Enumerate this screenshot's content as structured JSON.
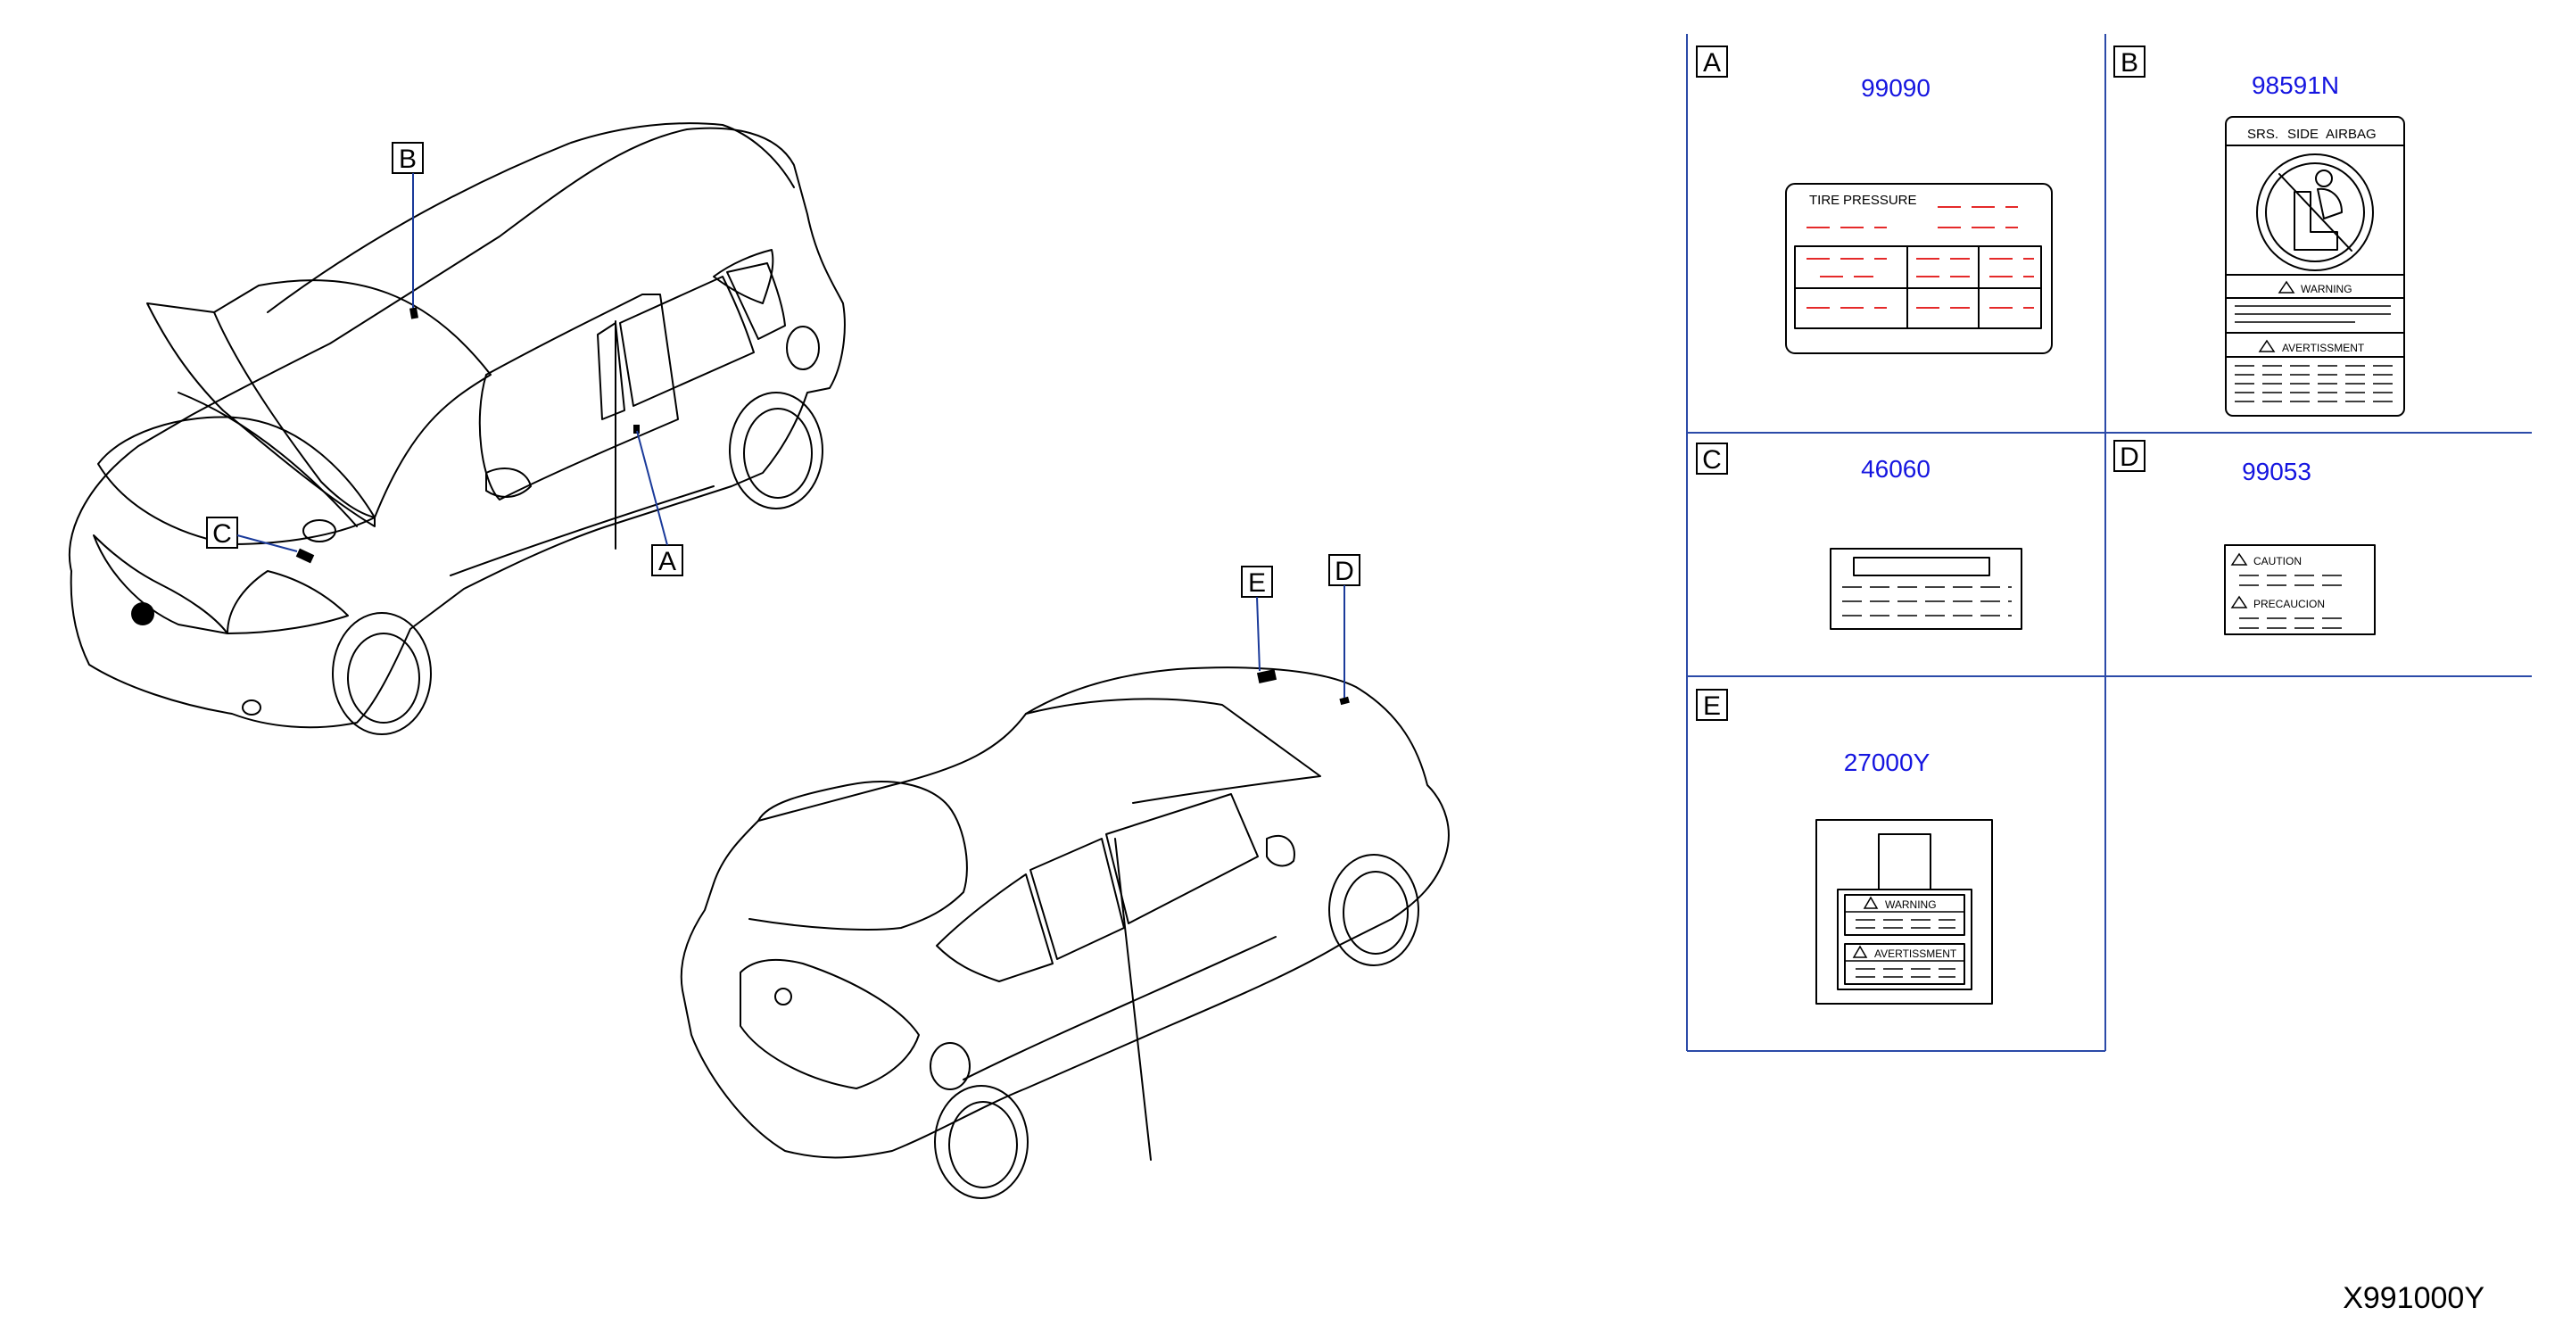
{
  "figure_ref": "X991000Y",
  "callouts": [
    "A",
    "B",
    "C",
    "D",
    "E"
  ],
  "panels": [
    {
      "letter": "A",
      "part_number": "99090",
      "label_lines": [
        "TIRE",
        "PRESSURE"
      ]
    },
    {
      "letter": "B",
      "part_number": "98591N",
      "label_lines": [
        "SRS.",
        "SIDE",
        "AIRBAG",
        "WARNING",
        "AVERTISSMENT"
      ]
    },
    {
      "letter": "C",
      "part_number": "46060",
      "label_lines": []
    },
    {
      "letter": "D",
      "part_number": "99053",
      "label_lines": [
        "CAUTION",
        "PRECAUCION"
      ]
    },
    {
      "letter": "E",
      "part_number": "27000Y",
      "label_lines": [
        "WARNING",
        "AVERTISSMENT"
      ]
    }
  ],
  "colors": {
    "part_number": "#1515e0",
    "grid": "#2b4aa8",
    "leader": "#1a3a9a",
    "tire_label_dashes": "#e52a2a"
  }
}
